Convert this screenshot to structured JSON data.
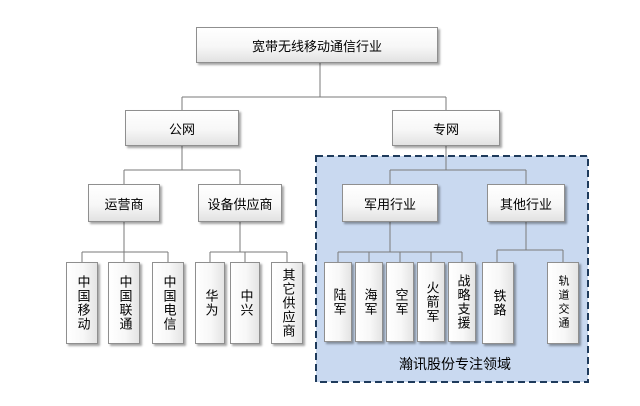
{
  "root": {
    "label": "宽带无线移动通信行业"
  },
  "public_network": {
    "label": "公网",
    "operators": {
      "label": "运营商",
      "items": [
        "中国移动",
        "中国联通",
        "中国电信"
      ]
    },
    "suppliers": {
      "label": "设备供应商",
      "items": [
        "华为",
        "中兴",
        "其它供应商"
      ]
    }
  },
  "private_network": {
    "label": "专网",
    "military": {
      "label": "军用行业",
      "items": [
        "陆军",
        "海军",
        "空军",
        "火箭军",
        "战略支援"
      ]
    },
    "other_industries": {
      "label": "其他行业",
      "items": [
        "铁路",
        "轨道交通"
      ]
    }
  },
  "focus_region": {
    "caption": "瀚讯股份专注领域",
    "fill_color": "#c9d9f0",
    "border_color": "#1f3b5c"
  }
}
